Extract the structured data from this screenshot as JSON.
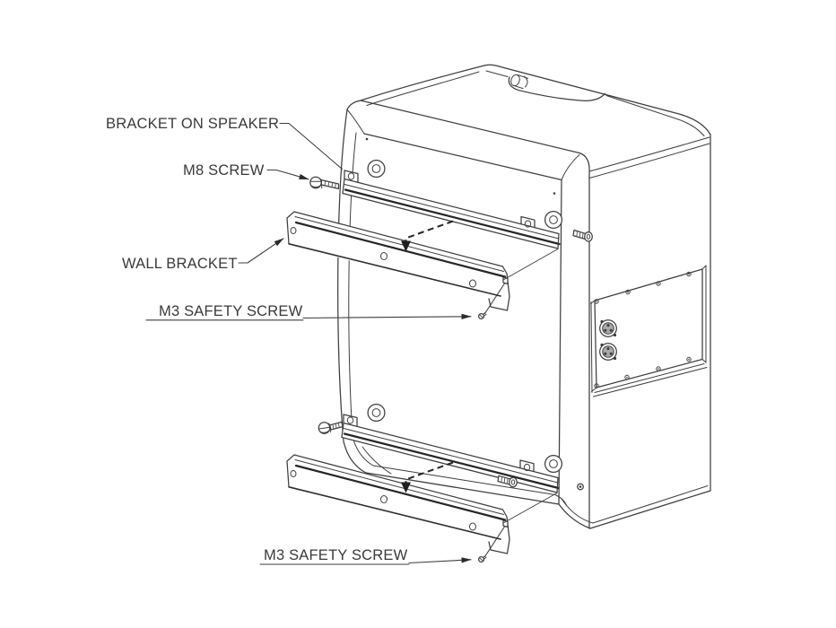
{
  "labels": {
    "bracket_on_speaker": "BRACKET ON SPEAKER",
    "m8_screw": "M8 SCREW",
    "wall_bracket": "WALL BRACKET",
    "m3_safety_screw_top": "M3 SAFETY SCREW",
    "m3_safety_screw_bottom": "M3 SAFETY SCREW"
  },
  "colors": {
    "background": "#ffffff",
    "line": "#3f3f3f",
    "line_dark": "#262626",
    "text": "#3a3a3a"
  }
}
